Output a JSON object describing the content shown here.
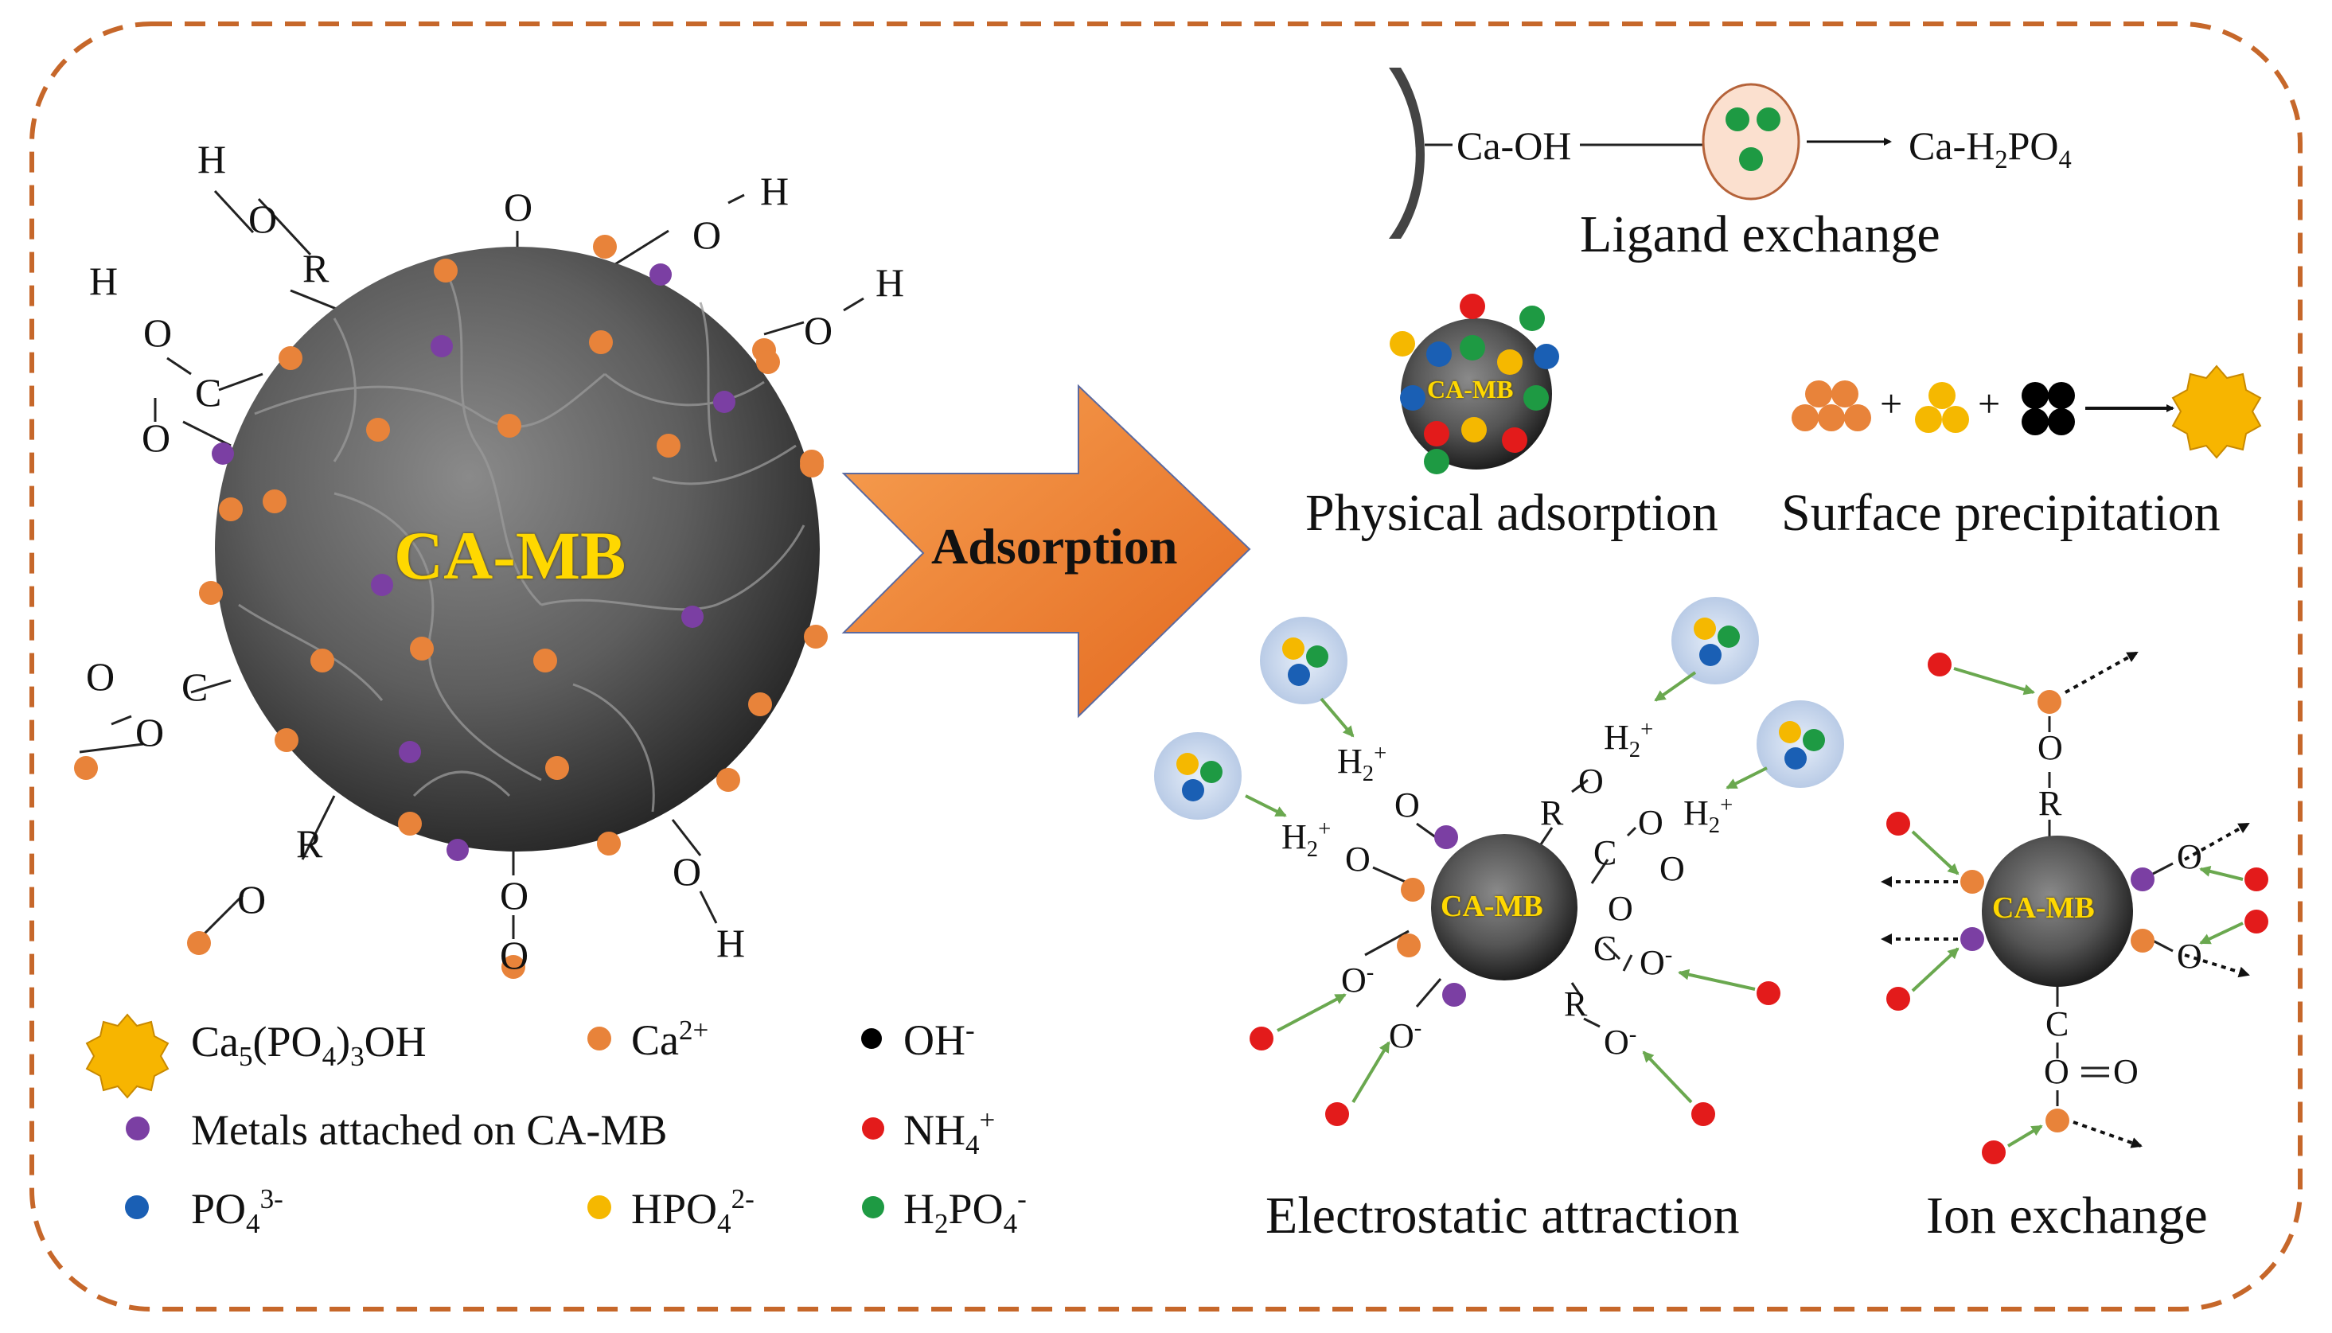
{
  "colors": {
    "border": "#c6672a",
    "calcium": "#e8833a",
    "metal": "#7b3fa3",
    "phosphate": "#1a5fb4",
    "hydrogen_phosphate": "#f5b800",
    "dihydrogen_phosphate": "#1e9a43",
    "ammonium": "#e31b1b",
    "hydroxide": "#000000",
    "precipitate": "#f7b500",
    "arrow_fill": "#f08a35",
    "green_arrow": "#6aa84f",
    "ion_halo": "#c9d8ef"
  },
  "main_particle": {
    "label": "CA-MB"
  },
  "adsorption_arrow": {
    "label": "Adsorption"
  },
  "small_particle": {
    "label": "CA-MB"
  },
  "functional_groups": {
    "top_left": {
      "h": "H",
      "o": "O",
      "r": "R"
    },
    "left_acid": {
      "h": "H",
      "o1": "O",
      "c": "C",
      "o2": "O"
    },
    "top_carbonyl": {
      "o": "O"
    },
    "top_right_1": {
      "o": "O",
      "h": "H"
    },
    "top_right_2": {
      "o": "O",
      "h": "H"
    },
    "left_ester": {
      "o1": "O",
      "o2": "O",
      "c": "C"
    },
    "bottom_left": {
      "r": "R",
      "o": "O"
    },
    "bottom_mid": {
      "o1": "O",
      "o2": "O"
    },
    "bottom_right": {
      "o": "O",
      "h": "H"
    }
  },
  "mechanisms": {
    "ligand_exchange": {
      "left": "Ca-OH",
      "right_base": "Ca-H",
      "right_sub": "2",
      "right_tail": "PO",
      "right_sub2": "4",
      "caption": "Ligand exchange"
    },
    "physical_adsorption": {
      "caption": "Physical adsorption"
    },
    "surface_precipitation": {
      "caption": "Surface precipitation",
      "plus": "+"
    },
    "electrostatic_attraction": {
      "caption": "Electrostatic attraction",
      "labels": {
        "h2": "H",
        "h2_sub": "2",
        "h2_sup": "+",
        "o": "O",
        "r": "R",
        "c": "C",
        "o_minus_base": "O",
        "minus": "-"
      }
    },
    "ion_exchange": {
      "caption": "Ion exchange",
      "labels": {
        "o": "O",
        "r": "R",
        "c": "C"
      }
    }
  },
  "legend": {
    "hydroxyapatite": {
      "base": "Ca",
      "sub1": "5",
      "mid": "(PO",
      "sub2": "4",
      "tail": ")",
      "sub3": "3",
      "end": "OH"
    },
    "calcium": {
      "base": "Ca",
      "sup": "2+"
    },
    "hydroxide": {
      "base": "OH",
      "sup": "-"
    },
    "metals": {
      "text": "Metals attached on CA-MB"
    },
    "ammonium": {
      "base": "NH",
      "sub": "4",
      "sup": "+"
    },
    "phosphate": {
      "base": "PO",
      "sub": "4",
      "sup": "3-"
    },
    "hydrogen_phosphate": {
      "base": "HPO",
      "sub": "4",
      "sup": "2-"
    },
    "dihydrogen_phosphate": {
      "base": "H",
      "sub": "2",
      "mid": "PO",
      "sub2": "4",
      "sup": "-"
    }
  }
}
